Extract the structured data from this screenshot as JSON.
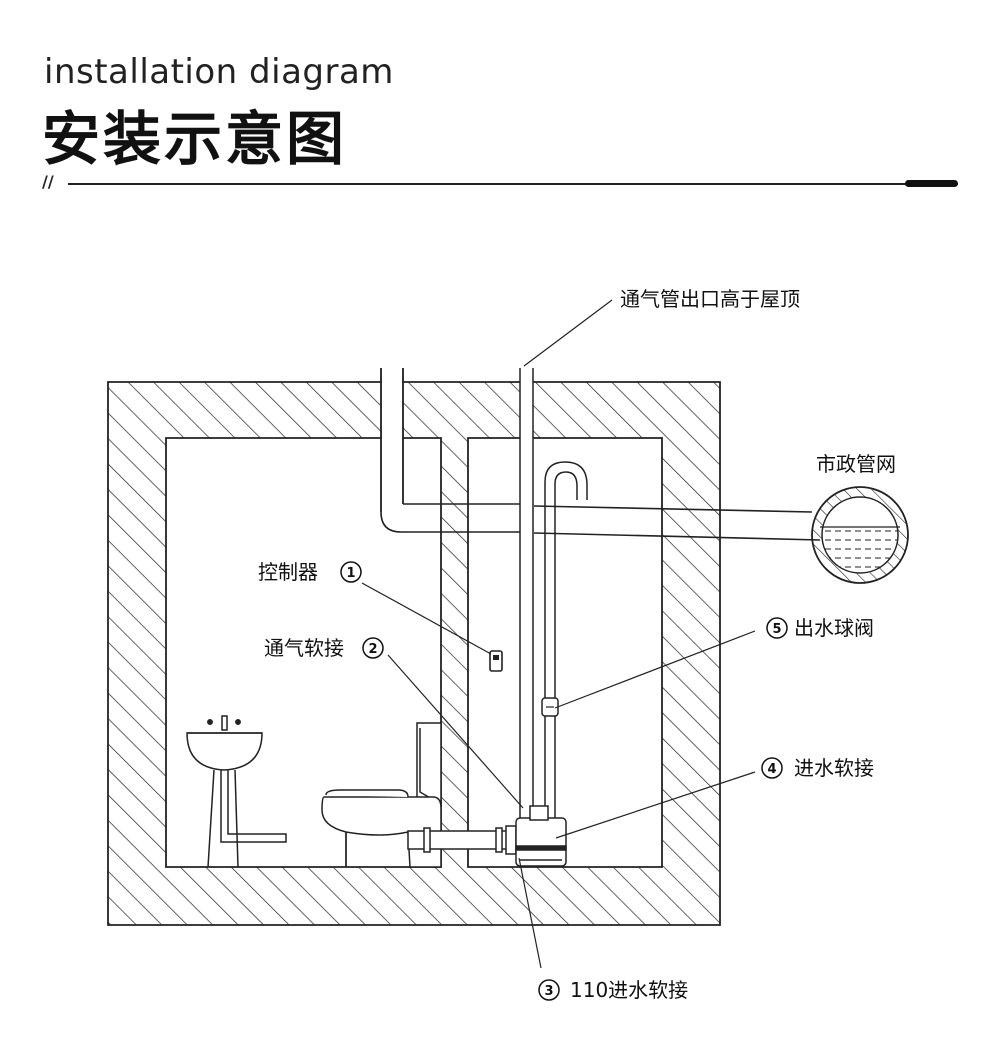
{
  "header": {
    "title_en": "installation diagram",
    "title_cn": "安装示意图",
    "slashes": "//"
  },
  "labels": {
    "vent_outlet": "通气管出口高于屋顶",
    "municipal": "市政管网",
    "controller": "控制器",
    "controller_num": "1",
    "vent_hose": "通气软接",
    "vent_hose_num": "2",
    "ball_valve_num": "5",
    "ball_valve": "出水球阀",
    "inlet_hose_num": "4",
    "inlet_hose": "进水软接",
    "inlet_110_num": "3",
    "inlet_110": "110进水软接"
  },
  "colors": {
    "line": "#222222",
    "background": "#ffffff"
  }
}
